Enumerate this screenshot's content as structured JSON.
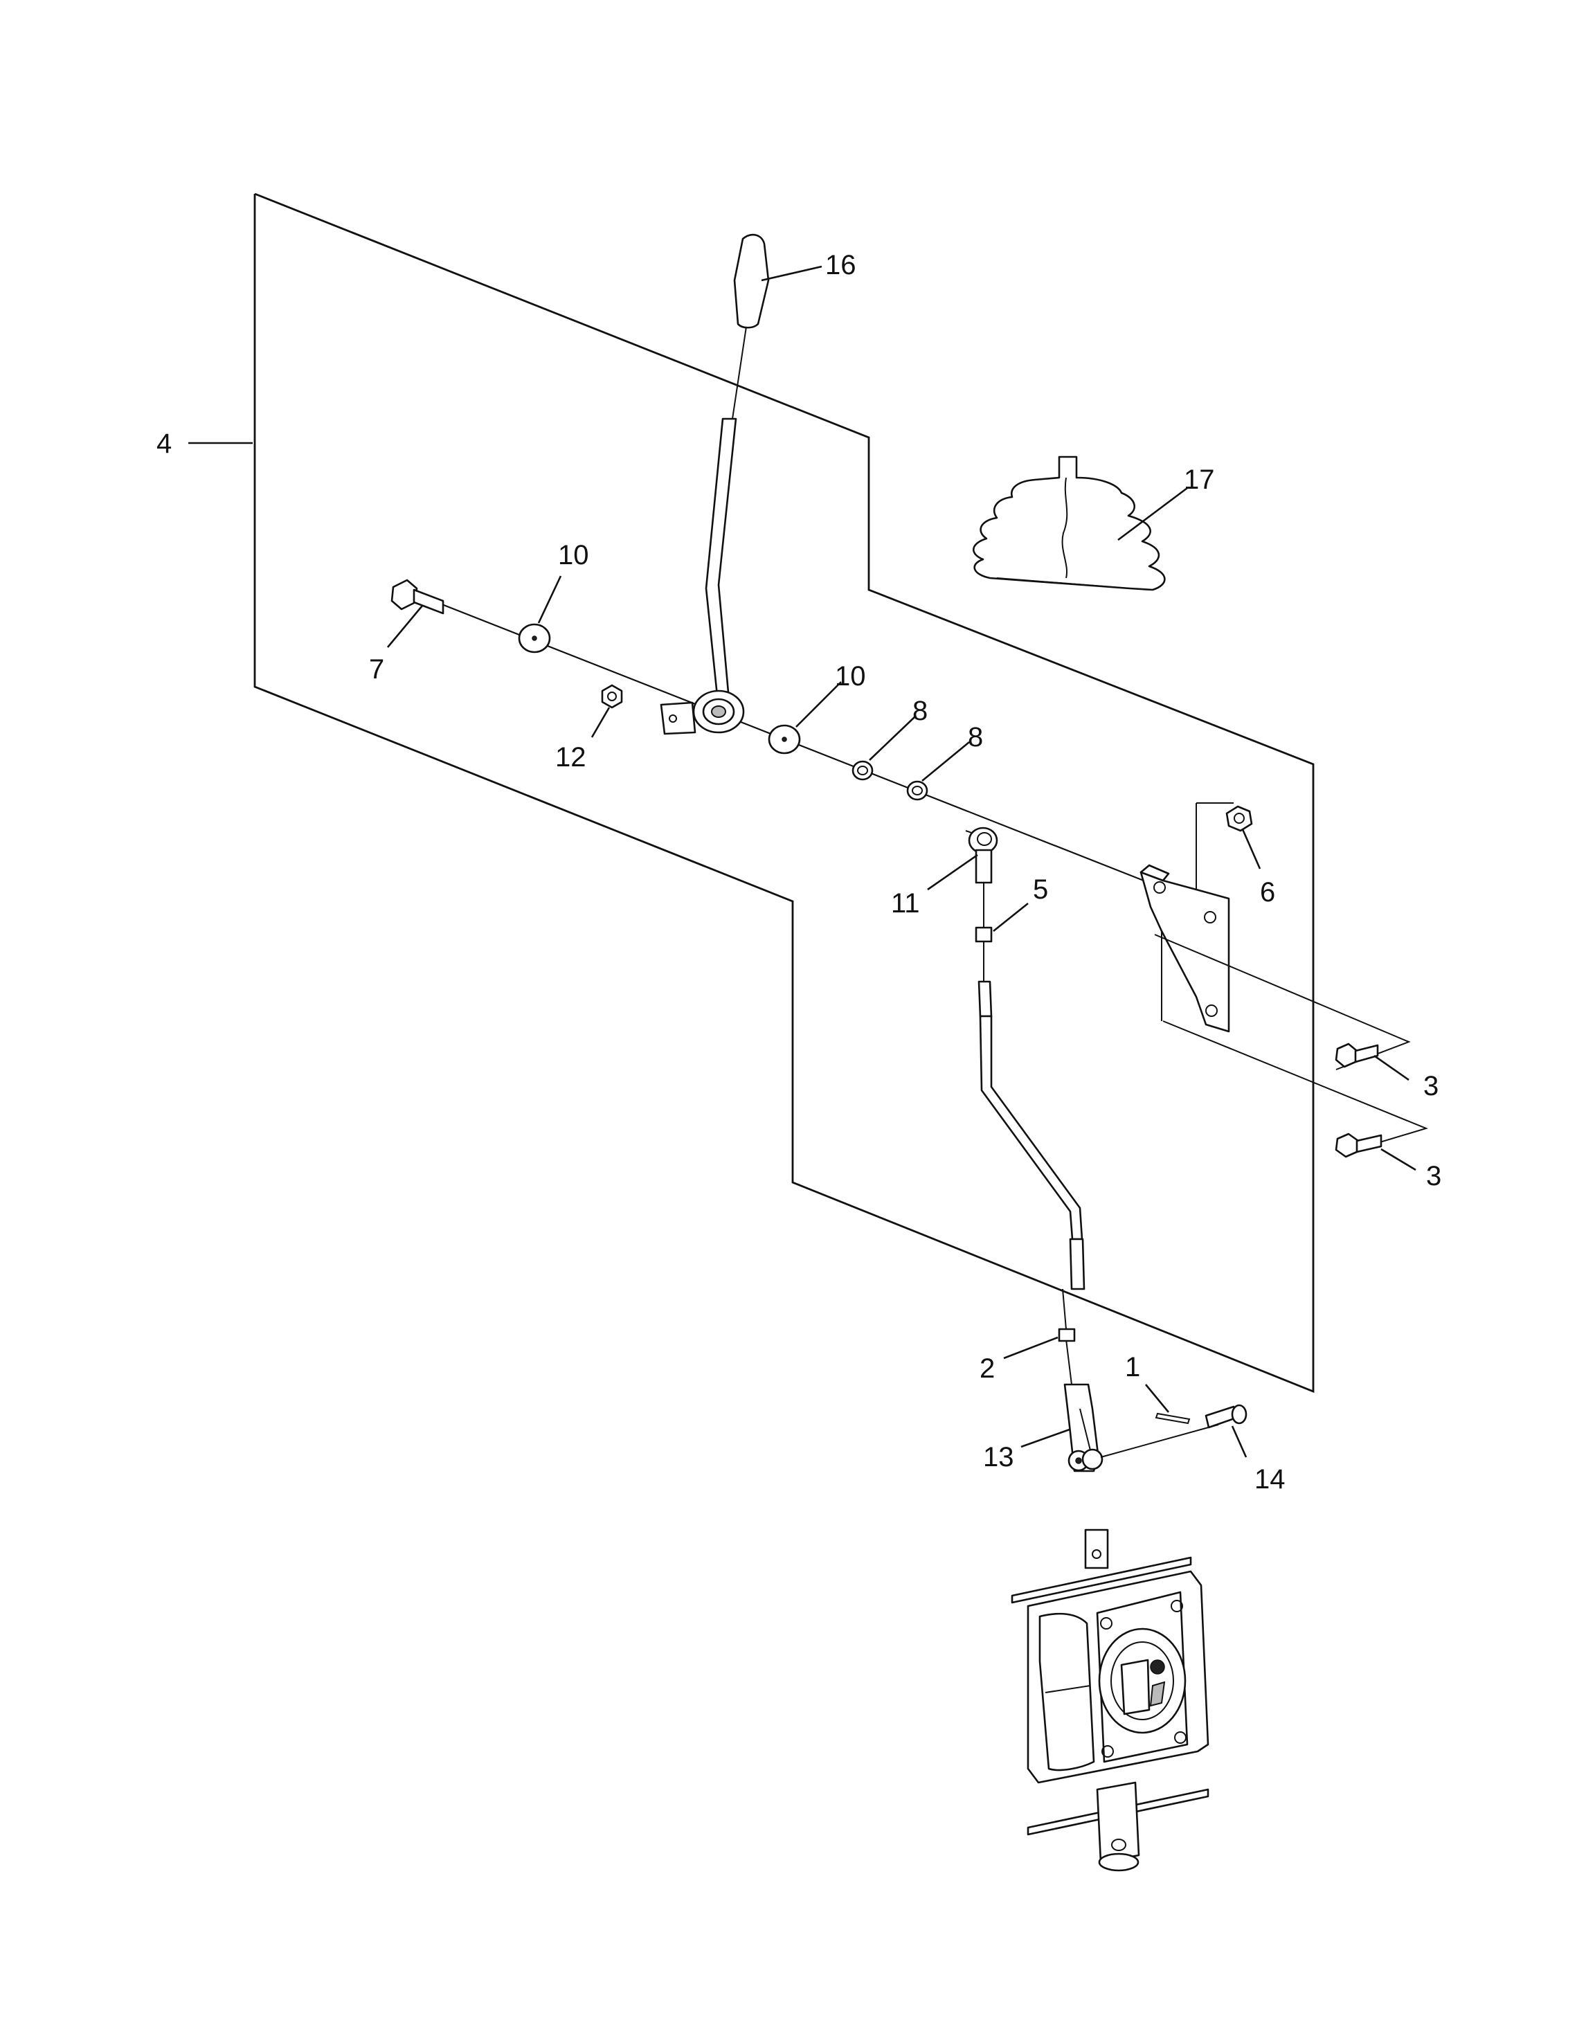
{
  "callouts": [
    {
      "id": "1",
      "label": "1"
    },
    {
      "id": "2",
      "label": "2"
    },
    {
      "id": "3a",
      "label": "3"
    },
    {
      "id": "3b",
      "label": "3"
    },
    {
      "id": "4",
      "label": "4"
    },
    {
      "id": "5",
      "label": "5"
    },
    {
      "id": "6",
      "label": "6"
    },
    {
      "id": "7",
      "label": "7"
    },
    {
      "id": "8a",
      "label": "8"
    },
    {
      "id": "8b",
      "label": "8"
    },
    {
      "id": "10a",
      "label": "10"
    },
    {
      "id": "10b",
      "label": "10"
    },
    {
      "id": "11",
      "label": "11"
    },
    {
      "id": "12",
      "label": "12"
    },
    {
      "id": "13",
      "label": "13"
    },
    {
      "id": "14",
      "label": "14"
    },
    {
      "id": "16",
      "label": "16"
    },
    {
      "id": "17",
      "label": "17"
    }
  ],
  "icons": {
    "lever": "control-lever-icon",
    "boot": "rubber-boot-icon",
    "valve": "control-valve-icon",
    "bracket": "mounting-bracket-icon"
  }
}
